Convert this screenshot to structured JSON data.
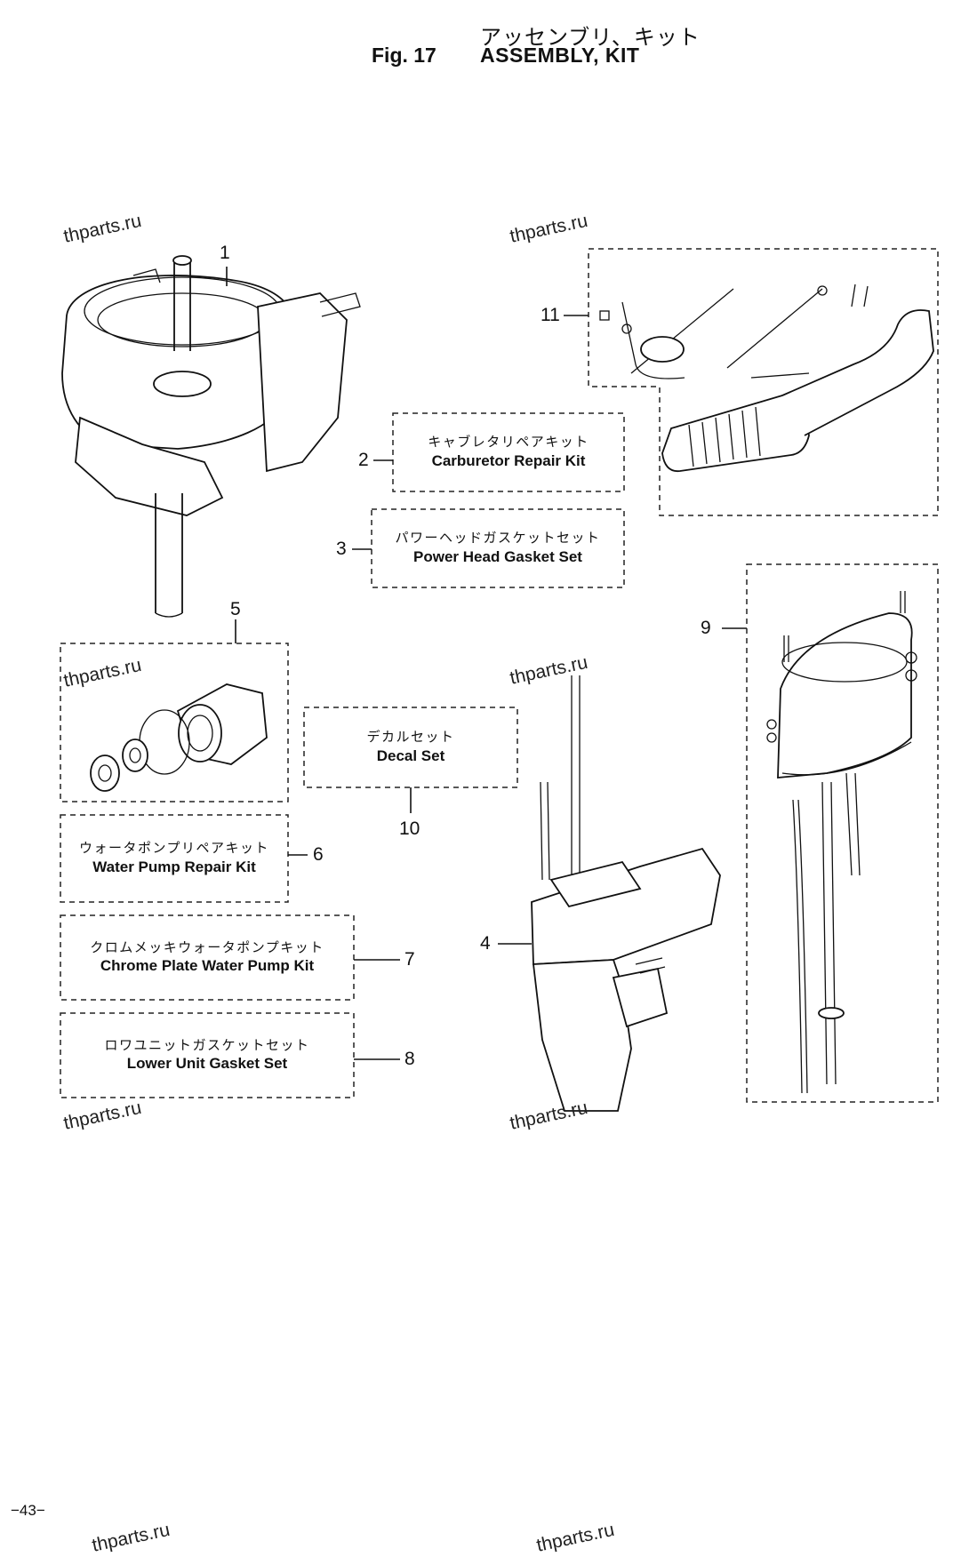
{
  "header": {
    "title_jp": "アッセンブリ、キット",
    "fig_no": "Fig. 17",
    "title_en": "ASSEMBLY, KIT"
  },
  "watermark": "thparts.ru",
  "callouts": {
    "c1": "1",
    "c2": "2",
    "c3": "3",
    "c4": "4",
    "c5": "5",
    "c6": "6",
    "c7": "7",
    "c8": "8",
    "c9": "9",
    "c10": "10",
    "c11": "11"
  },
  "kits": {
    "k2": {
      "jp": "キャブレタリペアキット",
      "en": "Carburetor Repair Kit"
    },
    "k3": {
      "jp": "パワーヘッドガスケットセット",
      "en": "Power Head Gasket Set"
    },
    "k10": {
      "jp": "デカルセット",
      "en": "Decal Set"
    },
    "k6": {
      "jp": "ウォータポンプリペアキット",
      "en": "Water Pump Repair Kit"
    },
    "k7": {
      "jp": "クロムメッキウォータポンプキット",
      "en": "Chrome Plate Water Pump Kit"
    },
    "k8": {
      "jp": "ロワユニットガスケットセット",
      "en": "Lower Unit Gasket Set"
    }
  },
  "footer": {
    "page_no": "−43−"
  }
}
